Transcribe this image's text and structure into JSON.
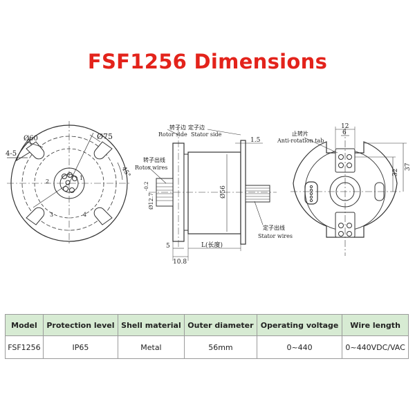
{
  "title": "FSF1256 Dimensions",
  "colors": {
    "title": "#e3231b",
    "table_header_bg": "#d7ebd3",
    "line": "#333333"
  },
  "front_view": {
    "dim_outer": "Ø75",
    "dim_pcd": "Ø60",
    "dim_slot": "4-5",
    "dim_angle": "45°",
    "wire_numbers": [
      "1",
      "2",
      "3",
      "4"
    ]
  },
  "side_view": {
    "rotor_side_cn": "转子边",
    "stator_side_cn": "定子边",
    "rotor_side": "Rotor side",
    "stator_side": "Stator side",
    "rotor_wires_cn": "转子出线",
    "rotor_wires": "Rotor wires",
    "stator_wires_cn": "定子出线",
    "stator_wires": "Stator wires",
    "dim_flange_thk": "1.5",
    "dim_shaft": "Ø12.7",
    "dim_tol": "-0.2",
    "dim_body": "Ø56",
    "dim_length": "L(长度)",
    "dim_5": "5",
    "dim_108": "10.8"
  },
  "back_view": {
    "anti_rotation_cn": "止转片",
    "anti_rotation": "Anti-rotation tab",
    "dim_12": "12",
    "dim_6": "6",
    "dim_32": "32",
    "dim_37": "37"
  },
  "table": {
    "headers": [
      "Model",
      "Protection level",
      "Shell material",
      "Outer diameter",
      "Operating voltage",
      "Wire length"
    ],
    "rows": [
      [
        "FSF1256",
        "IP65",
        "Metal",
        "56mm",
        "0~440",
        "0~440VDC/VAC"
      ]
    ]
  }
}
